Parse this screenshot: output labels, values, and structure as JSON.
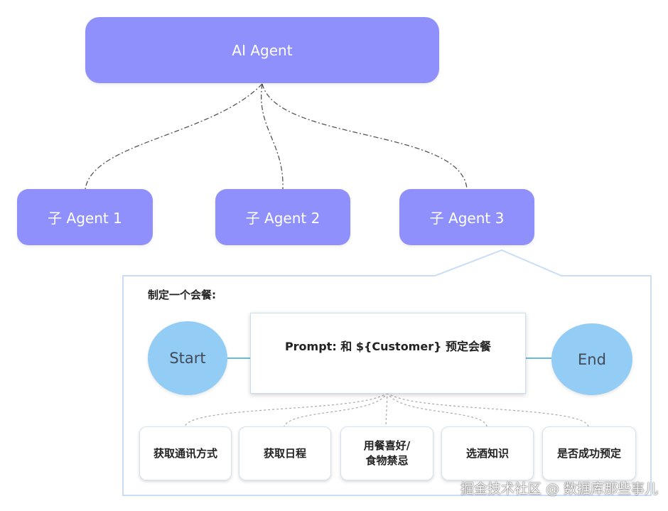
{
  "root_agent": {
    "label": "AI Agent"
  },
  "sub_agents": [
    {
      "label": "子 Agent 1"
    },
    {
      "label": "子 Agent 2"
    },
    {
      "label": "子 Agent 3"
    }
  ],
  "detail": {
    "title": "制定一个会餐:",
    "start": "Start",
    "end": "End",
    "prompt": "Prompt: 和 ${Customer} 预定会餐",
    "tasks": [
      {
        "label": "获取通讯方式"
      },
      {
        "label": "获取日程"
      },
      {
        "label": "用餐喜好/\n食物禁忌"
      },
      {
        "label": "选酒知识"
      },
      {
        "label": "是否成功预定"
      }
    ]
  },
  "watermark": "掘金技术社区 @ 数据库那些事儿",
  "colors": {
    "agent_fill": "#8f90fb",
    "circle_fill": "#93cdf6",
    "panel_border": "#c9ddf7",
    "connector": "#3aa3d6"
  }
}
